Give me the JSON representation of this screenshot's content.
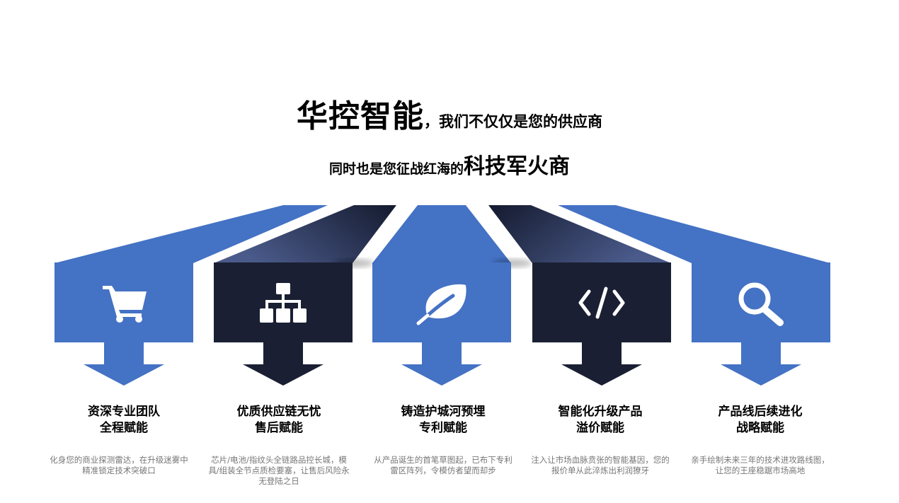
{
  "headline": {
    "brand": "华控智能",
    "tail": "，我们不仅仅是您的供应商"
  },
  "subline": {
    "lead": "同时也是您征战红海的",
    "emphasis": "科技军火商"
  },
  "colors": {
    "blue": "#4472C4",
    "navy": "#1A1F33"
  },
  "cards": [
    {
      "icon": "shopping-cart-icon",
      "color": "blue",
      "title_line1": "资深专业团队",
      "title_line2": "全程赋能",
      "description": "化身您的商业探测雷达，在升级迷雾中精准锁定技术突破口"
    },
    {
      "icon": "org-chart-icon",
      "color": "navy",
      "title_line1": "优质供应链无忧",
      "title_line2": "售后赋能",
      "description": "芯片/电池/指纹头全链路品控长城，模具/组装全节点质检要塞，让售后风险永无登陆之日"
    },
    {
      "icon": "leaf-icon",
      "color": "blue",
      "title_line1": "铸造护城河预埋",
      "title_line2": "专利赋能",
      "description": "从产品诞生的首笔草图起，已布下专利雷区阵列，令模仿者望而却步"
    },
    {
      "icon": "code-icon",
      "color": "navy",
      "title_line1": "智能化升级产品",
      "title_line2": "溢价赋能",
      "description": "注入让市场血脉贲张的智能基因，您的报价单从此淬炼出利润獠牙"
    },
    {
      "icon": "search-icon",
      "color": "blue",
      "title_line1": "产品线后续进化",
      "title_line2": "战略赋能",
      "description": "亲手绘制未来三年的技术进攻路线图，让您的王座稳踞市场高地"
    }
  ]
}
